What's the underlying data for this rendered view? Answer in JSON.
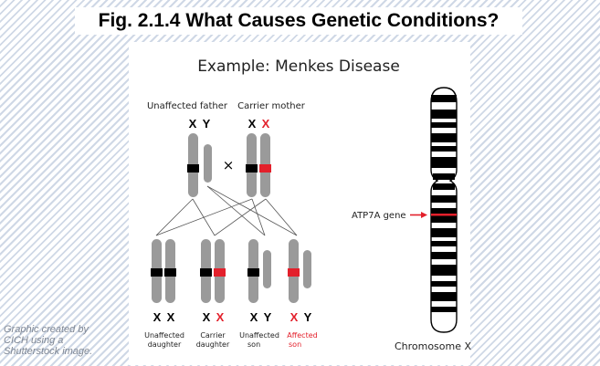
{
  "title": "Fig. 2.1.4 What Causes Genetic Conditions?",
  "diagram": {
    "subtitle": "Example: Menkes Disease",
    "parents": {
      "father_label": "Unaffected father",
      "mother_label": "Carrier mother",
      "father_genotype": [
        "X",
        "Y"
      ],
      "mother_genotype": [
        "X",
        "X"
      ],
      "cross_symbol": "×"
    },
    "offspring": [
      {
        "genotype": [
          "X",
          "X"
        ],
        "label_line1": "Unaffected",
        "label_line2": "daughter",
        "affected": false
      },
      {
        "genotype": [
          "X",
          "X"
        ],
        "label_line1": "Carrier",
        "label_line2": "daughter",
        "affected": false
      },
      {
        "genotype": [
          "X",
          "Y"
        ],
        "label_line1": "Unaffected",
        "label_line2": "son",
        "affected": false
      },
      {
        "genotype": [
          "X",
          "Y"
        ],
        "label_line1": "Affected",
        "label_line2": "son",
        "affected": true
      }
    ],
    "gene_label": "ATP7A gene",
    "chromosome_label": "Chromosome X"
  },
  "credit": [
    "Graphic created by",
    "CICH using a",
    "Shutterstock image."
  ],
  "colors": {
    "mutant": "#e3202b",
    "normal_band": "#000000",
    "chromosome": "#9a9a9a"
  }
}
